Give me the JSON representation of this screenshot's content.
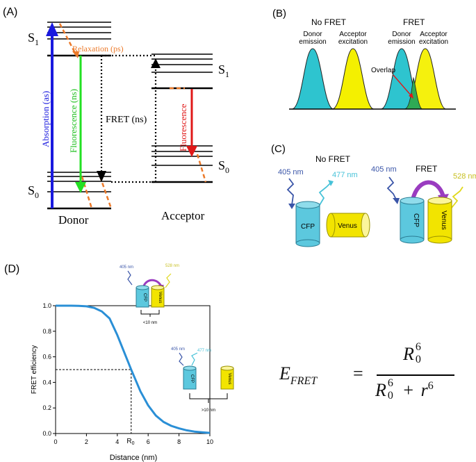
{
  "panel_a": {
    "label": "(A)",
    "s1_donor": "S",
    "s1_donor_sub": "1",
    "s0_donor": "S",
    "s0_donor_sub": "0",
    "s1_acceptor": "S",
    "s1_acceptor_sub": "1",
    "s0_acceptor": "S",
    "s0_acceptor_sub": "0",
    "relaxation": "Relaxation (ps)",
    "absorption": "Absorption (as)",
    "fluorescence_donor": "Fluorescence (ns)",
    "fret": "FRET (ns)",
    "fluorescence_acceptor": "Fluorescence",
    "donor": "Donor",
    "acceptor": "Acceptor",
    "colors": {
      "absorption": "#1a1adf",
      "donor_fluor": "#22e022",
      "acceptor_fluor": "#e01818",
      "relax": "#ec7a2a"
    }
  },
  "panel_b": {
    "label": "(B)",
    "no_fret": "No FRET",
    "fret": "FRET",
    "donor_emission_1": "Donor",
    "donor_emission_2": "emission",
    "acceptor_excitation_1": "Acceptor",
    "acceptor_excitation_2": "excitation",
    "overlap": "Overlap",
    "colors": {
      "donor": "#2ec4cf",
      "acceptor": "#f4f000",
      "overlap": "#2eaa55"
    }
  },
  "panel_c": {
    "label": "(C)",
    "no_fret": "No FRET",
    "fret": "FRET",
    "nm405_a": "405 nm",
    "nm477": "477 nm",
    "nm405_b": "405 nm",
    "nm528": "528 nm",
    "cfp_a": "CFP",
    "venus_a": "Venus",
    "cfp_b": "CFP",
    "venus_b": "Venus"
  },
  "panel_d": {
    "label": "(D)",
    "inset_top": {
      "nm405": "405 nm",
      "nm528": "528 nm",
      "cfp": "CFP",
      "venus": "Venus",
      "dist": "<10 nm"
    },
    "inset_bottom": {
      "nm405": "405 nm",
      "nm477": "477 nm",
      "cfp": "CFP",
      "venus": "Venus",
      "dist": ">10 nm"
    },
    "r0_label": "R",
    "r0_sub": "0"
  },
  "chart_data": {
    "type": "line",
    "title": "",
    "xlabel": "Distance (nm)",
    "ylabel": "FRET efficiency",
    "xlim": [
      0,
      10
    ],
    "ylim": [
      0,
      1.0
    ],
    "xticks": [
      "0",
      "2",
      "4",
      "6",
      "8",
      "10"
    ],
    "yticks": [
      "0.0",
      "0.2",
      "0.4",
      "0.6",
      "0.8",
      "1.0"
    ],
    "r0": 4.9,
    "series": [
      {
        "color": "#2a8fd6",
        "x": [
          0,
          0.5,
          1,
          1.5,
          2,
          2.5,
          3,
          3.5,
          4,
          4.5,
          4.9,
          5.5,
          6,
          6.5,
          7,
          7.5,
          8,
          8.5,
          9,
          9.5,
          10
        ],
        "y": [
          1.0,
          1.0,
          1.0,
          0.999,
          0.995,
          0.983,
          0.955,
          0.9,
          0.77,
          0.62,
          0.5,
          0.33,
          0.22,
          0.14,
          0.09,
          0.06,
          0.04,
          0.025,
          0.015,
          0.01,
          0.005
        ]
      }
    ]
  },
  "equation": {
    "lhs_E": "E",
    "lhs_sub": "FRET",
    "eq": "=",
    "num_R": "R",
    "num_sub": "0",
    "num_sup": "6",
    "den_R": "R",
    "den_sub": "0",
    "den_sup": "6",
    "plus": "+",
    "den_r": "r",
    "den_r_sup": "6"
  }
}
